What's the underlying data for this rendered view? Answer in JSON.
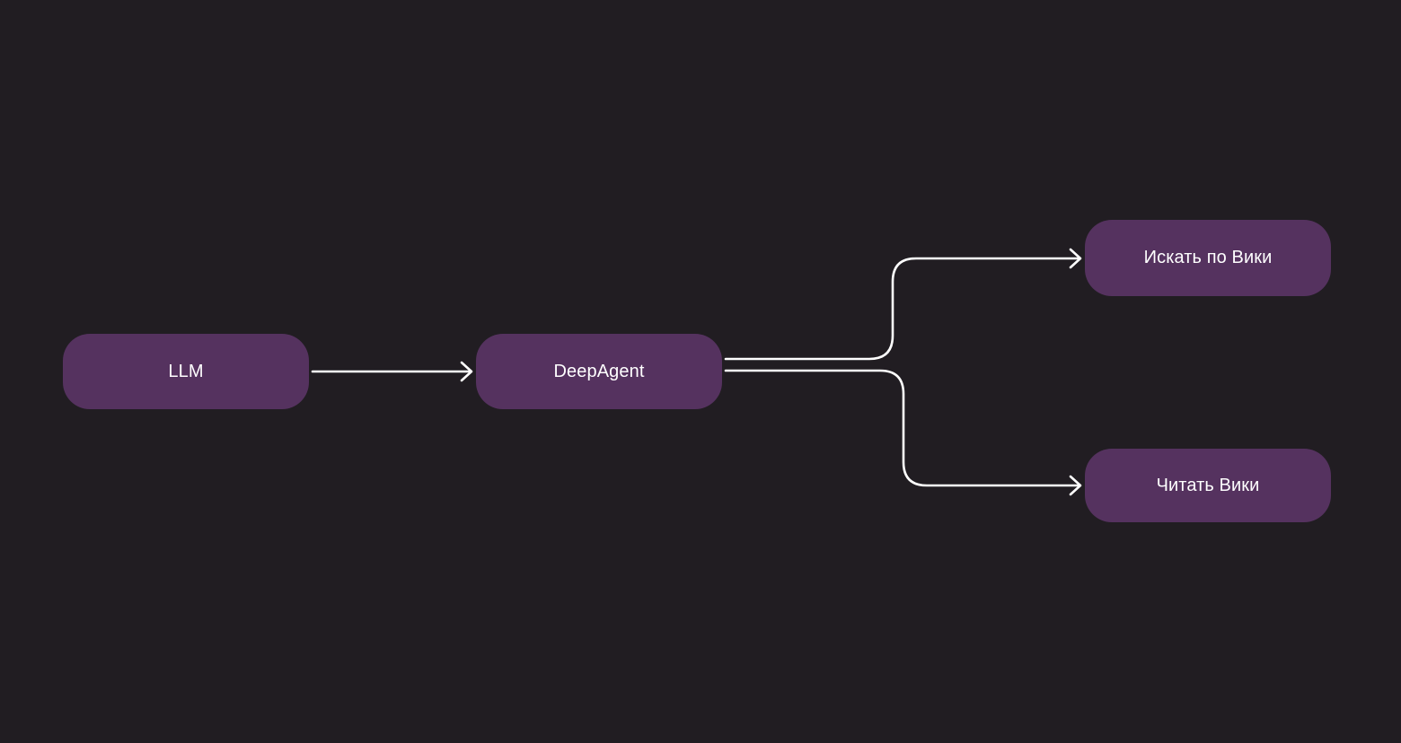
{
  "nodes": {
    "llm": {
      "label": "LLM"
    },
    "deepagent": {
      "label": "DeepAgent"
    },
    "search_wiki": {
      "label": "Искать по Вики"
    },
    "read_wiki": {
      "label": "Читать Вики"
    }
  },
  "edges": [
    {
      "from": "llm",
      "to": "deepagent"
    },
    {
      "from": "deepagent",
      "to": "search_wiki"
    },
    {
      "from": "deepagent",
      "to": "read_wiki"
    }
  ],
  "colors": {
    "background": "#211d22",
    "node_fill": "#55325f",
    "text": "#ffffff",
    "connector": "#ffffff"
  }
}
